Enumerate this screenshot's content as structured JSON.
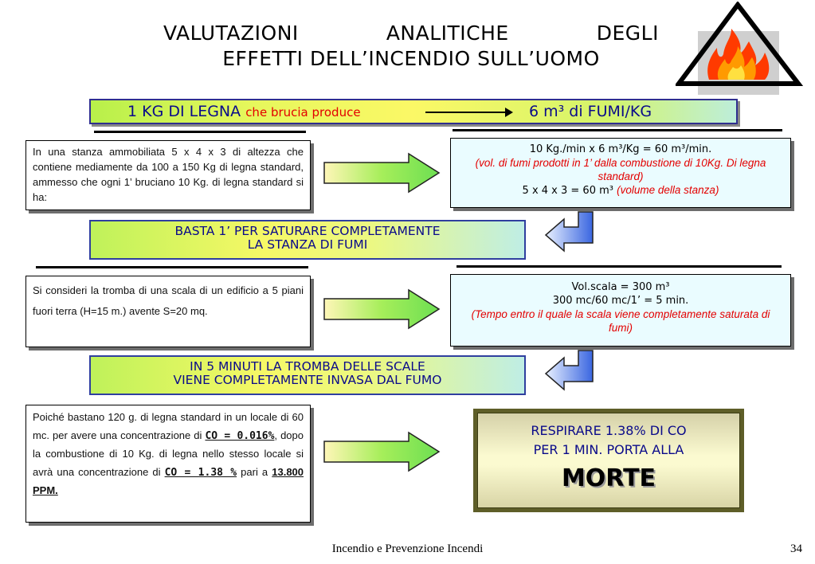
{
  "title": {
    "line1": [
      "VALUTAZIONI",
      "ANALITICHE",
      "DEGLI"
    ],
    "line2": "EFFETTI DELL’INCENDIO SULL’UOMO"
  },
  "header": {
    "part1": "1 KG DI LEGNA ",
    "part1_red": "che brucia produce",
    "part2": "6 m³ di FUMI/KG"
  },
  "section1": {
    "left_text": "In una stanza ammobiliata 5 x 4 x 3 di altezza che contiene mediamente da 100 a 150 Kg di legna standard, ammesso che ogni 1’ bruciano 10 Kg. di legna standard si ha:",
    "right_line1": "10 Kg./min x 6 m³/Kg = 60 m³/min.",
    "right_line2_red": "(vol. di fumi prodotti in 1’ dalla combustione di 10Kg. Di legna standard)",
    "right_line3": "5 x 4 x 3 = 60 m³ ",
    "right_line3_red": "(volume della stanza)",
    "conclusion_l1": "BASTA 1’ PER SATURARE COMPLETAMENTE",
    "conclusion_l2": "LA STANZA DI FUMI"
  },
  "section2": {
    "left_text": "Si consideri la tromba di una scala di un edificio a 5 piani fuori terra (H=15 m.) avente S=20 mq.",
    "right_line1": "Vol.scala = 300 m³",
    "right_line2": "300 mc/60 mc/1’ = 5 min.",
    "right_line3_red": "(Tempo entro il quale la scala viene completamente saturata di fumi)",
    "conclusion_l1": "IN 5 MINUTI LA TROMBA DELLE SCALE",
    "conclusion_l2": "VIENE COMPLETAMENTE INVASA DAL FUMO"
  },
  "section3": {
    "t1": "Poiché bastano 120 g. di legna standard in un locale di 60 mc. per avere una concentrazione di ",
    "co1": "CO = 0.016%",
    "t2": ", dopo la combustione di 10 Kg. di legna nello stesso locale si avrà una concentrazione di ",
    "co2": "CO = 1.38 %",
    "t3": " pari a ",
    "ppm": "13.800 PPM.",
    "death_l1": "RESPIRARE 1.38% DI CO",
    "death_l2": "PER 1 MIN. PORTA ALLA",
    "death_word": "MORTE"
  },
  "footer": {
    "text": "Incendio e Prevenzione Incendi",
    "page": "34"
  },
  "colors": {
    "title_blue": "#0a0a8a",
    "red": "#e30000",
    "arrow_green": "#7de35a",
    "return_arrow_blue": "#3a66e0"
  }
}
